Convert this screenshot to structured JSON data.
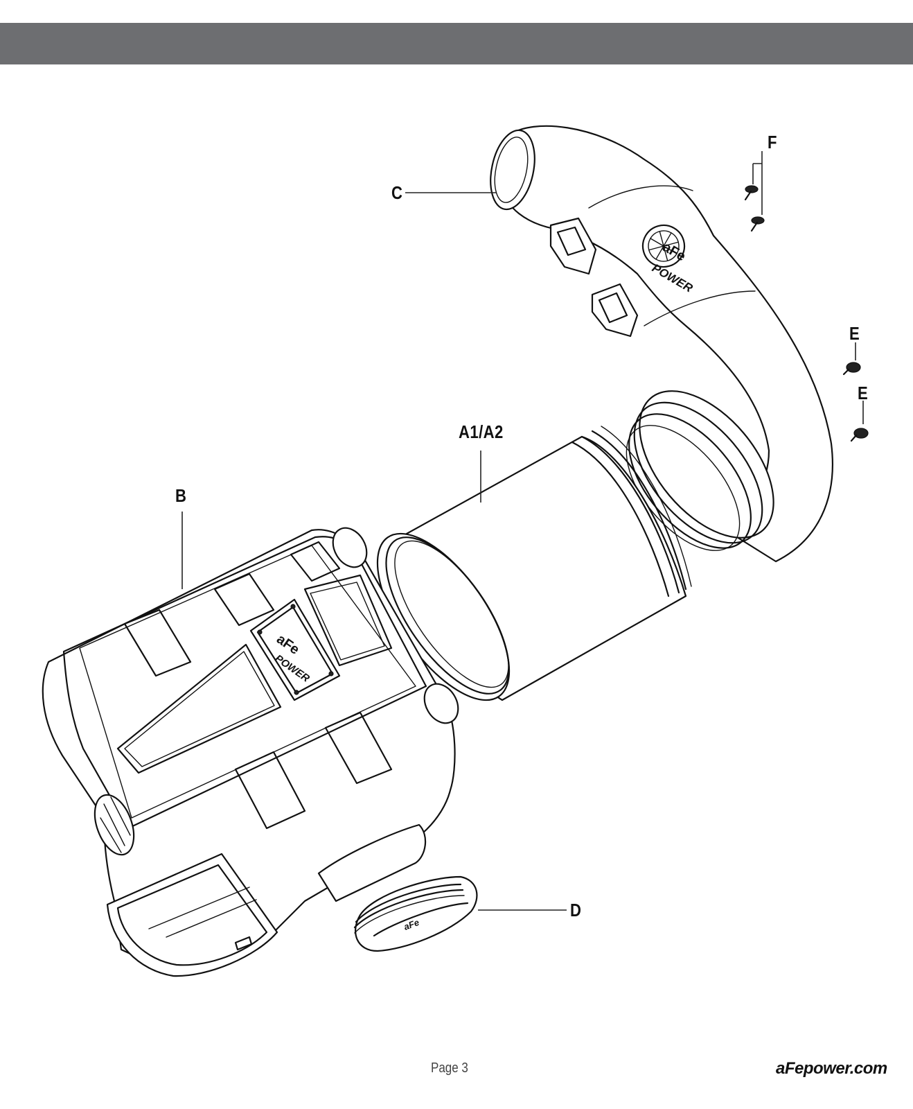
{
  "header": {
    "color": "#6d6e71"
  },
  "callouts": {
    "c": "C",
    "f": "F",
    "e1": "E",
    "e2": "E",
    "a": "A1/A2",
    "b": "B",
    "d": "D"
  },
  "logo": {
    "top": "aFe",
    "bottom": "POWER"
  },
  "footer": {
    "page": "Page 3",
    "url": "aFepower.com"
  }
}
